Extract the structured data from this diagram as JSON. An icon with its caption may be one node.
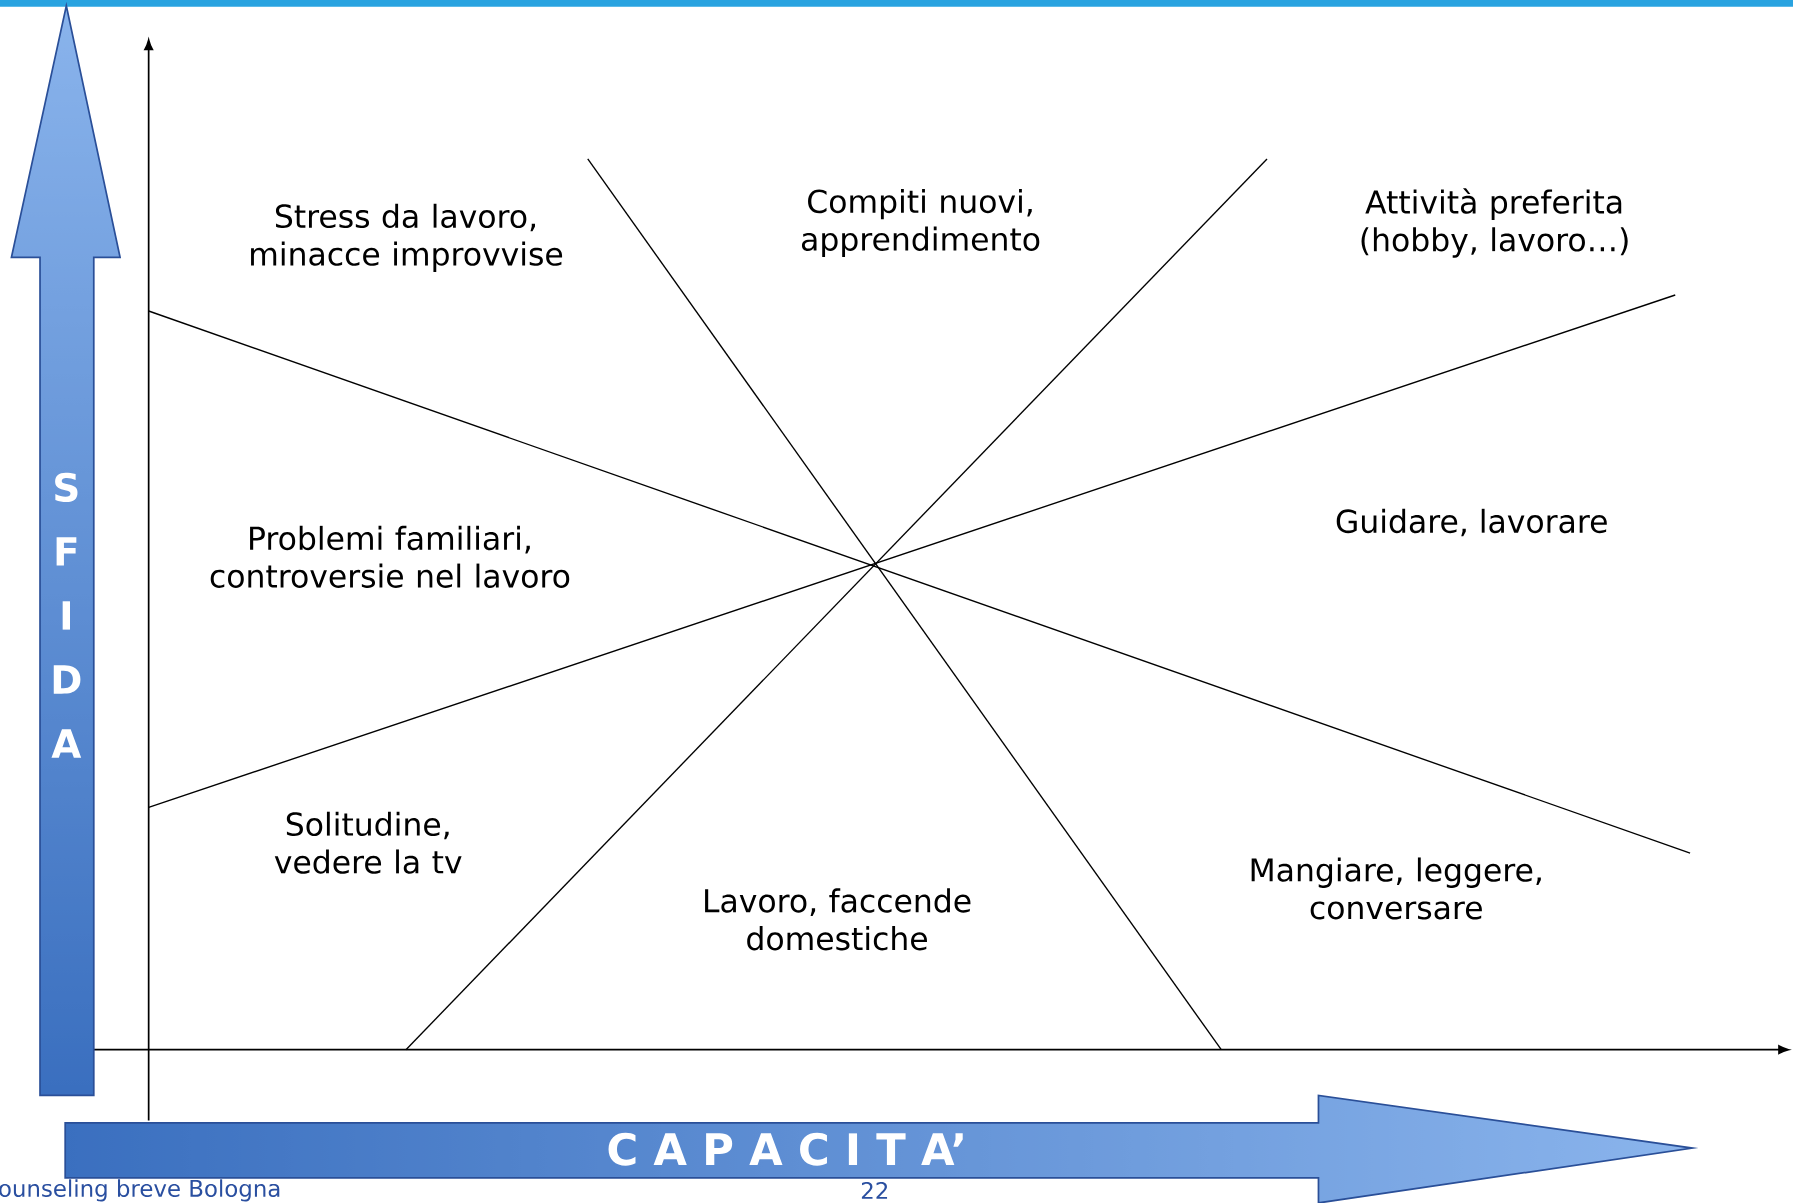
{
  "diagram": {
    "nodes": [
      {
        "text": [
          "S F I D A"
        ]
      },
      {
        "text": [
          "C A P A C I T A’"
        ]
      }
    ],
    "labels": [
      "Stress da lavoro, minacce improvvise",
      "Compiti nuovi, apprendimento",
      "Attività preferita (hobby, lavoro…)",
      "Problemi familiari, controversie nel lavoro",
      "Guidare, lavorare",
      "Solitudine, vedere la tv",
      "Lavoro, faccende domestiche",
      "Mangiare, leggere, conversare",
      "ounseling breve Bologna",
      "22"
    ]
  }
}
